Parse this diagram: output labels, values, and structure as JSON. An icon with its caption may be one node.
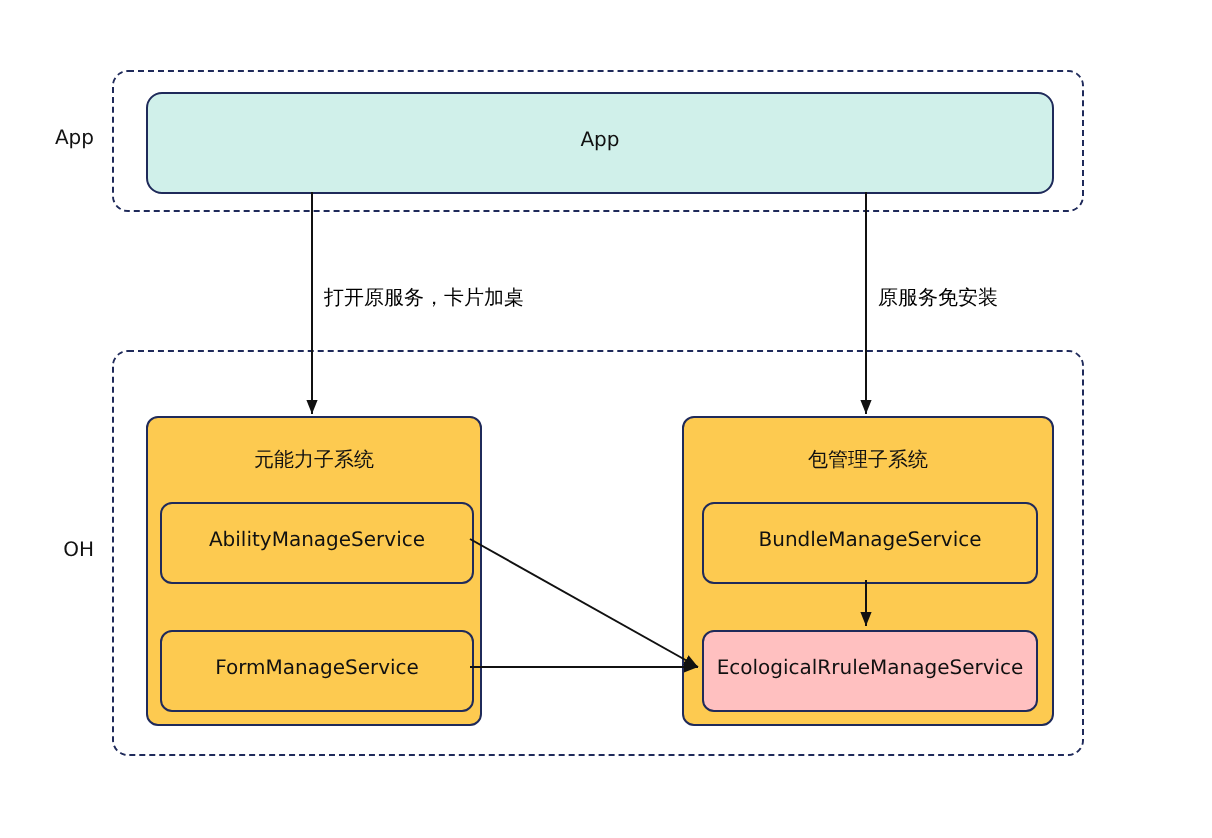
{
  "diagram": {
    "nodes": [
      {
        "text": [
          "App"
        ]
      },
      {
        "text": [
          "App"
        ],
        "in": 0
      },
      {
        "text": [
          "OH"
        ]
      },
      {
        "text": [
          "元能力子系统"
        ],
        "in": 2
      },
      {
        "text": [
          "AbilityManageService"
        ],
        "in": 3
      },
      {
        "text": [
          "FormManageService"
        ],
        "in": 3
      },
      {
        "text": [
          "包管理子系统"
        ],
        "in": 2
      },
      {
        "text": [
          "BundleManageService"
        ],
        "in": 6
      },
      {
        "text": [
          "EcologicalRruleManageService"
        ],
        "in": 6
      }
    ],
    "edges": [
      {
        "from": 1,
        "to": 3,
        "arrow": "to",
        "label": "打开原服务，卡片加桌"
      },
      {
        "from": 1,
        "to": 6,
        "arrow": "to",
        "label": "原服务免安装"
      },
      {
        "from": 4,
        "to": 8,
        "arrow": "to"
      },
      {
        "from": 5,
        "to": 8,
        "arrow": "to"
      },
      {
        "from": 7,
        "to": 8,
        "arrow": "to"
      }
    ]
  }
}
